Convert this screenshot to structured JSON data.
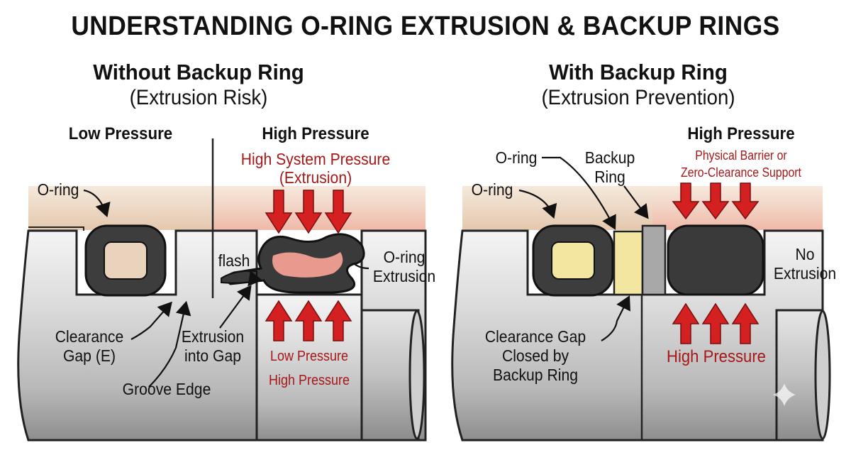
{
  "title": "UNDERSTANDING O-RING EXTRUSION & BACKUP RINGS",
  "left": {
    "heading": "Without Backup Ring",
    "subheading": "(Extrusion Risk)",
    "low_pressure_label": "Low Pressure",
    "high_pressure_label": "High Pressure",
    "system_pressure_line1": "High System Pressure",
    "system_pressure_line2": "(Extrusion)",
    "oring_label": "O-ring",
    "flash_label": "flash",
    "extrusion_label_line1": "O-ring",
    "extrusion_label_line2": "Extrusion",
    "clearance_line1": "Clearance",
    "clearance_line2": "Gap (E)",
    "extrusion_gap_line1": "Extrusion",
    "extrusion_gap_line2": "into Gap",
    "groove_edge": "Groove Edge",
    "bottom_low": "Low Pressure",
    "bottom_high": "High Pressure"
  },
  "right": {
    "heading": "With Backup Ring",
    "subheading": "(Extrusion Prevention)",
    "high_pressure_label": "High Pressure",
    "barrier_line1": "Physical Barrier or",
    "barrier_line2": "Zero-Clearance Support",
    "oring_label_top": "O-ring",
    "oring_label_mid": "O-ring",
    "backup_line1": "Backup",
    "backup_line2": "Ring",
    "no_extrusion_line1": "No",
    "no_extrusion_line2": "Extrusion",
    "clearance_line1": "Clearance Gap",
    "clearance_line2": "Closed by",
    "clearance_line3": "Backup Ring",
    "bottom_high": "High Pressure"
  },
  "colors": {
    "accent_red": "#a61818",
    "arrow_red": "#d42020",
    "housing_tan": "#ead3bd",
    "pressure_pink": "#f3c4b8",
    "oring_dark": "#3b3b3b",
    "backup_yellow": "#f2e6a0",
    "metal_gray": "#c9c9c9"
  }
}
